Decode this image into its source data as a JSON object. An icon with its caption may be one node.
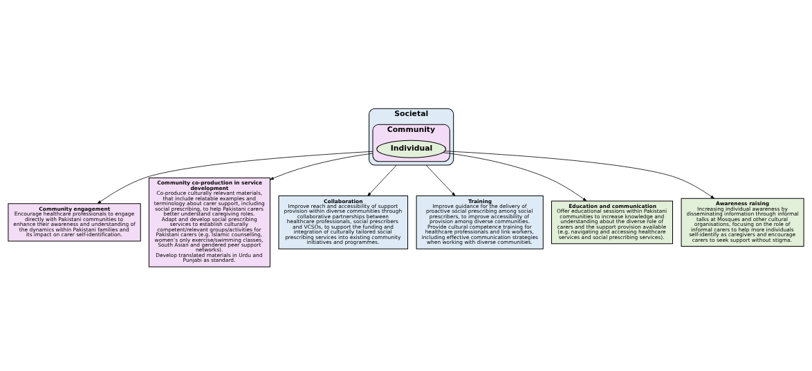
{
  "diagram": {
    "nodes": [
      {
        "text": [
          "Societal"
        ]
      },
      {
        "text": [
          "Community"
        ],
        "in": 0
      },
      {
        "text": [
          "Individual"
        ],
        "in": 1
      },
      {
        "text": [
          "Community engagement",
          "Encourage healthcare professionals to engage directly with Pakistani communities to enhance their awareness and understanding of the dynamics within Pakistani families and its impact on carer self-identification."
        ]
      },
      {
        "text": [
          "Community co-production in service development",
          "Co-produce culturally relevant materials, that include relatable examples and terminology about carer support, including social prescribing, to help Pakistani carers better understand caregiving roles.",
          "Adapt and develop social prescribing services to establish culturally competent/relevant groups/activities for Pakistani carers (e.g. Islamic counselling, women’s only exercise/swimming classes, South Asian and gendered peer support networks).",
          "Develop translated materials in Urdu and Punjabi as standard."
        ]
      },
      {
        "text": [
          "Collaboration",
          "Improve reach and accessibility of support provision within diverse communities through collaborative partnerships between healthcare professionals, social prescribers and VCSOs, to support the funding and integration of culturally tailored social prescribing services into existing community initiatives and programmes."
        ]
      },
      {
        "text": [
          "Training",
          "Improve guidance for the delivery of proactive social prescribing among social prescribers, to improve accessibility of provision among diverse communities.",
          "Provide cultural competence training for healthcare professionals and link workers, including effective communication strategies when working with diverse communities."
        ]
      },
      {
        "text": [
          "Education and communication",
          "Offer educational sessions within Pakistani communities to increase knowledge and understanding about the diverse role of carers and the support provision available (e.g. navigating and accessing healthcare services and social prescribing services)."
        ]
      },
      {
        "text": [
          "Awareness raising",
          "Increasing individual awareness by disseminating information through informal talks at Mosques and other cultural organisations, focusing on the role of informal carers to help more individuals self-identify as caregivers and encourage carers to seek support without stigma."
        ]
      }
    ],
    "edges": [
      {
        "from": 1,
        "to": 3,
        "arrow": "to"
      },
      {
        "from": 1,
        "to": 4,
        "arrow": "to"
      },
      {
        "from": 0,
        "to": 5,
        "arrow": "to"
      },
      {
        "from": 0,
        "to": 6,
        "arrow": "to"
      },
      {
        "from": 2,
        "to": 7,
        "arrow": "to"
      },
      {
        "from": 2,
        "to": 8,
        "arrow": "to"
      }
    ]
  }
}
